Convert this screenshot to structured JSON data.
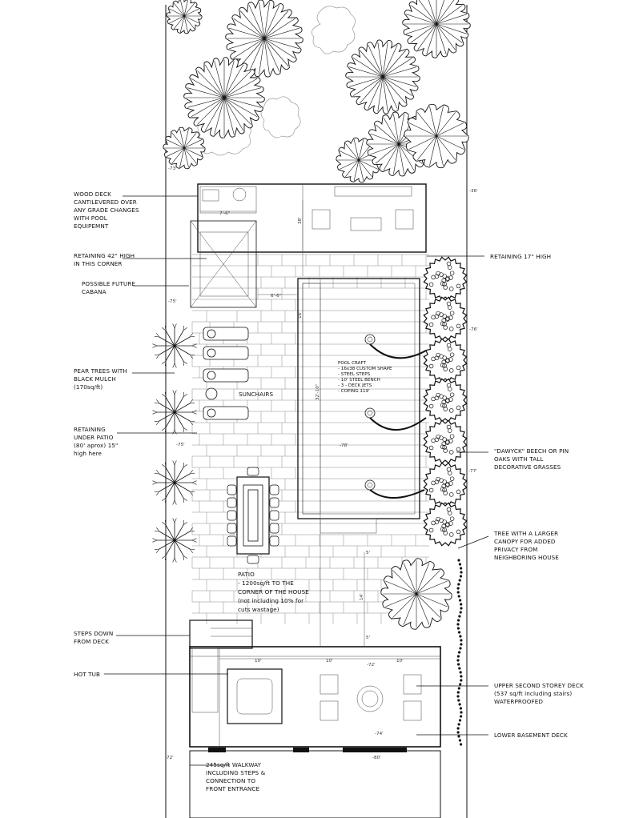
{
  "callouts_left": [
    {
      "lines": [
        "WOOD DECK",
        "CANTILEVERED OVER",
        "ANY GRADE CHANGES",
        "WITH POOL",
        "EQUIPEMNT"
      ]
    },
    {
      "lines": [
        "RETAINING 42\" HIGH",
        "IN THIS CORNER"
      ]
    },
    {
      "lines": [
        "POSSIBLE FUTURE",
        "CABANA"
      ]
    },
    {
      "lines": [
        "PEAR TREES WITH",
        "BLACK MULCH",
        "(170sq/ft)"
      ]
    },
    {
      "lines": [
        "RETAINING",
        "UNDER PATIO",
        "(80' aprox) 15\"",
        "high here"
      ]
    },
    {
      "lines": [
        "STEPS DOWN",
        "FROM DECK"
      ]
    },
    {
      "lines": [
        "HOT TUB"
      ]
    }
  ],
  "callouts_right": [
    {
      "lines": [
        "RETAINING 17\" HIGH"
      ]
    },
    {
      "lines": [
        "\"DAWYCK\" BEECH OR PIN",
        "OAKS WITH TALL",
        "DECORATIVE GRASSES"
      ]
    },
    {
      "lines": [
        "TREE WITH A LARGER",
        "CANOPY FOR ADDED",
        "PRIVACY FROM",
        "NEIGHBORING HOUSE"
      ]
    },
    {
      "lines": [
        "UPPER SECOND STOREY DECK",
        "(537 sq/ft including stairs)",
        "WATERPROOFED"
      ]
    },
    {
      "lines": [
        "LOWER BASEMENT DECK"
      ]
    }
  ],
  "pool": {
    "lines": [
      "POOL CRAFT",
      "- 16x38 CUSTOM SHAPE",
      "- STEEL STEPS",
      "- 10' STEEL BENCH",
      "- 3 - DECK JETS",
      "- COPING 119'"
    ]
  },
  "sunchairs": "SUNCHAIRS",
  "patio": {
    "lines": [
      "PATIO",
      "- 1200sq/ft TO THE",
      "CORNER OF THE HOUSE",
      "(not including 10% for",
      "cuts wastage)"
    ]
  },
  "walkway": {
    "lines": [
      "245sq/ft WALKWAY",
      "INCLUDING STEPS &",
      "CONNECTION TO",
      "FRONT ENTRANCE"
    ]
  },
  "dims": {
    "d1": "7'-6\"",
    "d2": "6'-6\"",
    "d3": "38'",
    "d4": "16'",
    "d5": "32'-10\"",
    "d6": "14'",
    "d7": "10'",
    "d8": "10'",
    "d9": "10'",
    "d10": "5'",
    "d11": "5'",
    "e1": "-73'",
    "e2": "-36'",
    "e3": "-75'",
    "e4": "-76'",
    "e5": "-78'",
    "e6": "-75'",
    "e7": "-77'",
    "e8": "-72'",
    "e9": "-74'",
    "e10": "-80'",
    "e11": "-72'"
  },
  "colors": {
    "line": "#111111",
    "paving": "#8a8a8a",
    "tree": "#111111",
    "hedge": "#111111"
  }
}
